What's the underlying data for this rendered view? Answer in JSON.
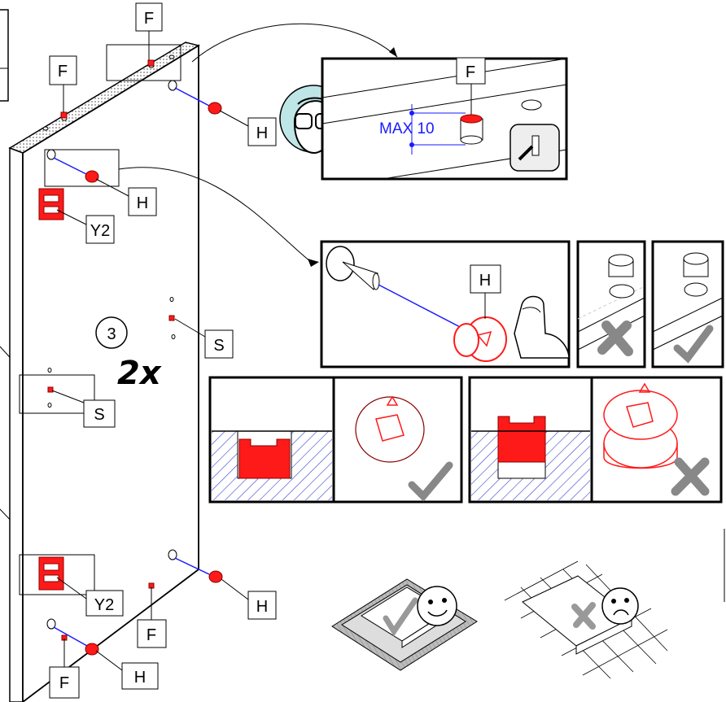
{
  "labels": {
    "f": "F",
    "h": "H",
    "y2": "Y2",
    "s": "S"
  },
  "step": {
    "number": "3",
    "quantity": "2x"
  },
  "detail": {
    "max_depth": "MAX 10"
  },
  "colors": {
    "part_red": "#ff1a1a",
    "guide_blue": "#1a1aff",
    "goggles_bg": "#bfe6e6",
    "check_gray": "#888888",
    "hatch_blue": "#3344cc"
  },
  "icons": [
    "safety-goggles-icon",
    "hammer-icon",
    "hand-icon",
    "checkmark-icon",
    "cross-icon",
    "happy-face-icon",
    "sad-face-icon"
  ]
}
